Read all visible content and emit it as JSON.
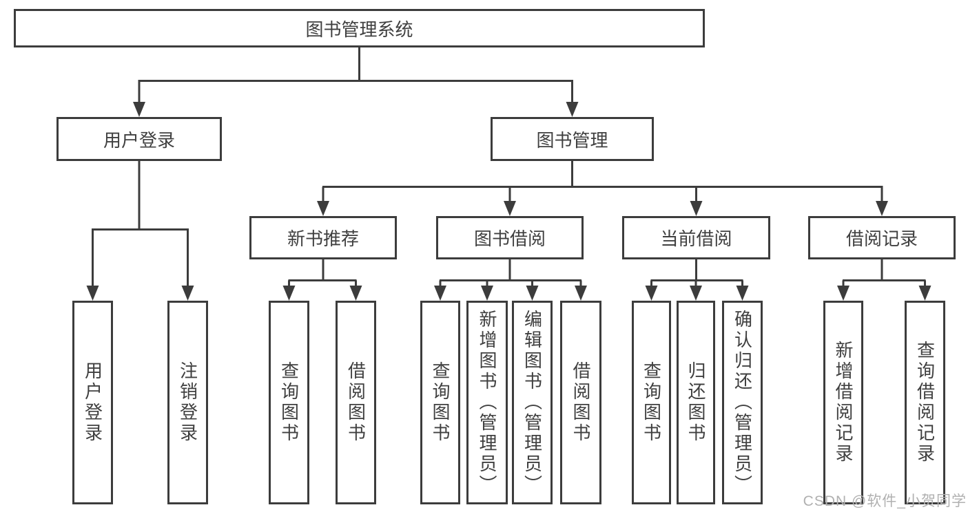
{
  "tree": {
    "root": {
      "label": "图书管理系统"
    },
    "branches": [
      {
        "label": "用户登录",
        "children": [
          {
            "label": "用户登录"
          },
          {
            "label": "注销登录"
          }
        ]
      },
      {
        "label": "图书管理",
        "groups": [
          {
            "label": "新书推荐",
            "children": [
              {
                "label": "查询图书"
              },
              {
                "label": "借阅图书"
              }
            ]
          },
          {
            "label": "图书借阅",
            "children": [
              {
                "label": "查询图书"
              },
              {
                "label": "新增图书（管理员）"
              },
              {
                "label": "编辑图书（管理员）"
              },
              {
                "label": "借阅图书"
              }
            ]
          },
          {
            "label": "当前借阅",
            "children": [
              {
                "label": "查询图书"
              },
              {
                "label": "归还图书"
              },
              {
                "label": "确认归还（管理员）"
              }
            ]
          },
          {
            "label": "借阅记录",
            "children": [
              {
                "label": "新增借阅记录"
              },
              {
                "label": "查询借阅记录"
              }
            ]
          }
        ]
      }
    ]
  },
  "watermark": "CSDN @软件_小贺同学",
  "colors": {
    "line": "#3c3c3c",
    "text": "#3f3f3f",
    "watermark": "#b0b0b0",
    "background": "#ffffff"
  }
}
